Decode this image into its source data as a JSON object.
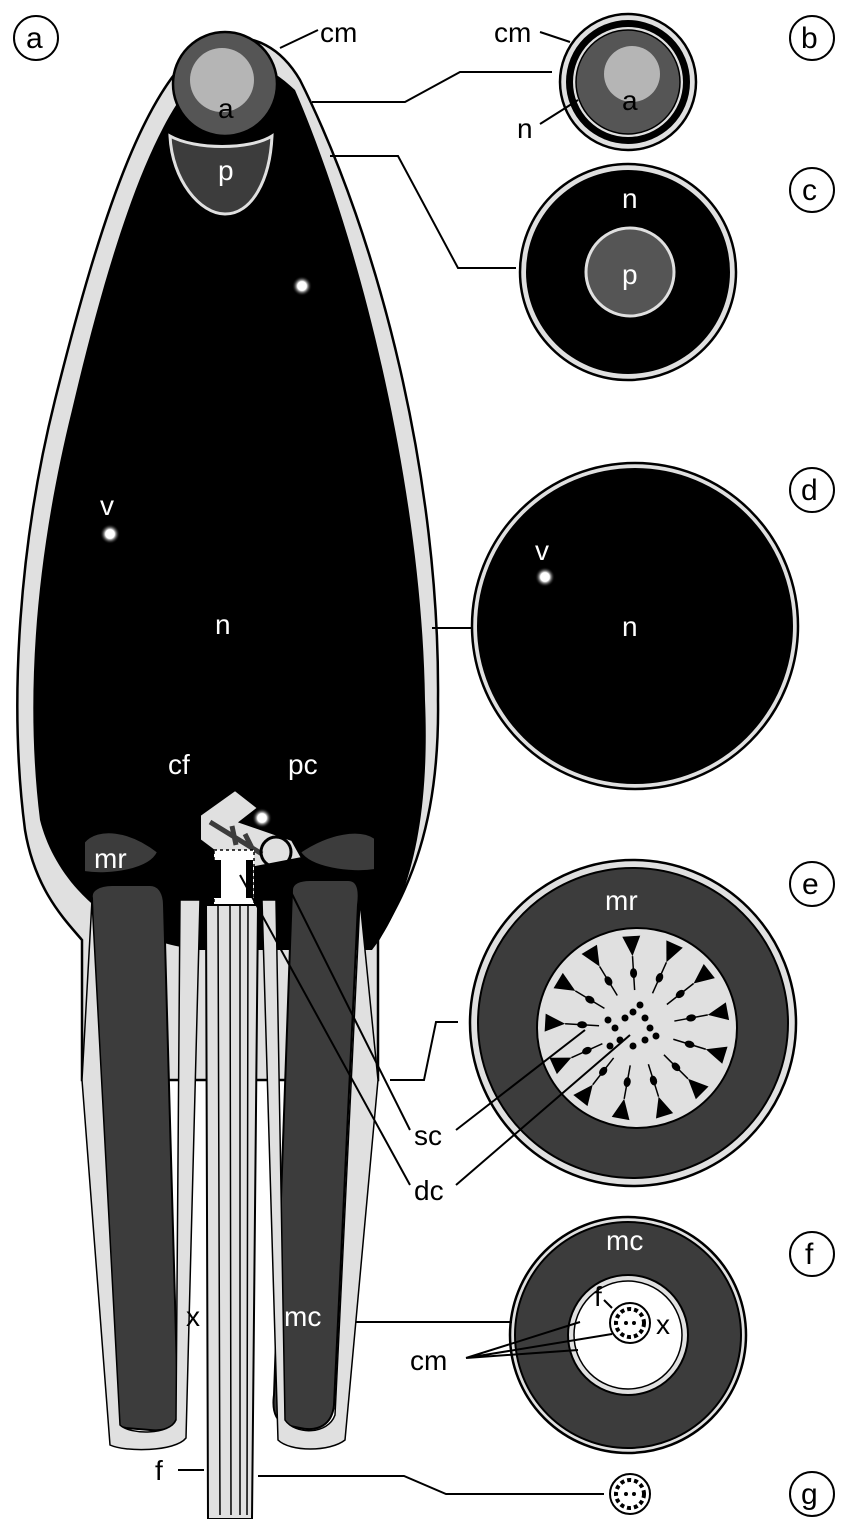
{
  "panels": {
    "a": "a",
    "b": "b",
    "c": "c",
    "d": "d",
    "e": "e",
    "f": "f",
    "g": "g"
  },
  "labels_a": {
    "cm": "cm",
    "a": "a",
    "p": "p",
    "v": "v",
    "n": "n",
    "cf": "cf",
    "pc": "pc",
    "mr": "mr",
    "sc": "sc",
    "dc": "dc",
    "x": "x",
    "mc": "mc",
    "f": "f"
  },
  "labels_b": {
    "cm": "cm",
    "n": "n",
    "a": "a"
  },
  "labels_c": {
    "n": "n",
    "p": "p"
  },
  "labels_d": {
    "v": "v",
    "n": "n"
  },
  "labels_e": {
    "mr": "mr"
  },
  "labels_f": {
    "mc": "mc",
    "f": "f",
    "x": "x",
    "cm": "cm"
  },
  "colors": {
    "nucleus": "#000000",
    "membrane": "#e0e0e0",
    "dark_gray": "#3c3c3c",
    "acrosome_outer": "#555555",
    "acrosome_inner": "#b5b5b5",
    "vacuole": "#ffffff",
    "outline": "#000000"
  }
}
